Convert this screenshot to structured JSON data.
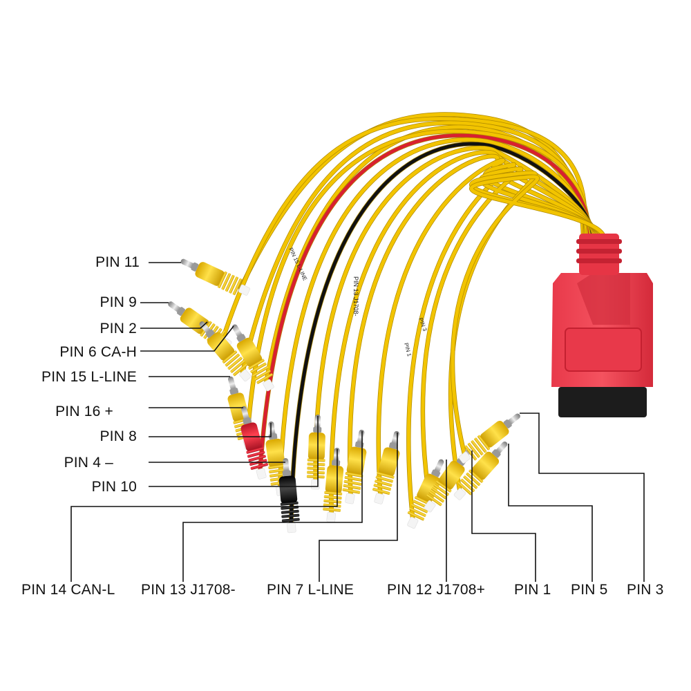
{
  "product": {
    "connector_color": "#e8394a",
    "wire_color": "#f2c400",
    "plug_colors": [
      "#f2c400",
      "#e02030",
      "#1a1a1a"
    ]
  },
  "labels": {
    "pin11": "PIN 11",
    "pin9": "PIN 9",
    "pin2": "PIN 2",
    "pin6": "PIN 6 CA-H",
    "pin15": "PIN 15 L-LINE",
    "pin16": "PIN 16 +",
    "pin8": "PIN 8",
    "pin4": "PIN 4 –",
    "pin10": "PIN 10",
    "pin14": "PIN 14 CAN-L",
    "pin13": "PIN 13 J1708-",
    "pin7": "PIN 7 L-LINE",
    "pin12": "PIN 12 J1708+",
    "pin1": "PIN 1",
    "pin5": "PIN 5",
    "pin3": "PIN 3"
  },
  "tags": {
    "tag_pin13": "PIN 13 J1708-",
    "tag_pin3": "PIN 3",
    "tag_pin1": "PIN 1",
    "tag_pin15": "PIN 15 L-LINE"
  }
}
